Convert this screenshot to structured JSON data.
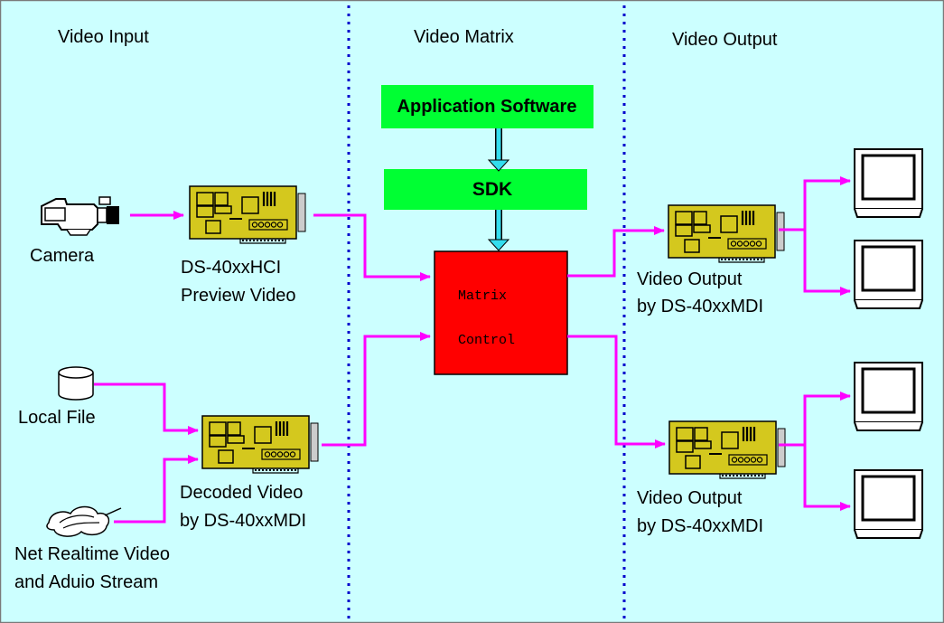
{
  "sections": {
    "input": "Video Input",
    "matrix": "Video Matrix",
    "output": "Video Output"
  },
  "boxes": {
    "app_software": "Application Software",
    "sdk": "SDK",
    "matrix_control_line1": "Matrix",
    "matrix_control_line2": "Control"
  },
  "inputs": {
    "camera": "Camera",
    "local_file": "Local File",
    "net_stream_line1": "Net Realtime Video",
    "net_stream_line2": "and Aduio Stream"
  },
  "cards": {
    "preview_line1": "DS-40xxHCI",
    "preview_line2": "Preview Video",
    "decoded_line1": "Decoded Video",
    "decoded_line2": "by DS-40xxMDI",
    "output1_line1": "Video Output",
    "output1_line2": "by DS-40xxMDI",
    "output2_line1": "Video Output",
    "output2_line2": "by DS-40xxMDI"
  },
  "colors": {
    "background": "#ccffff",
    "connector": "#ff00ff",
    "app_software_fill": "#00ff33",
    "sdk_fill": "#00ff33",
    "matrix_control_fill": "#ff0000",
    "card_fill": "#d4c81e",
    "sdk_arrow": "#33ddee",
    "divider": "#0000cc"
  }
}
